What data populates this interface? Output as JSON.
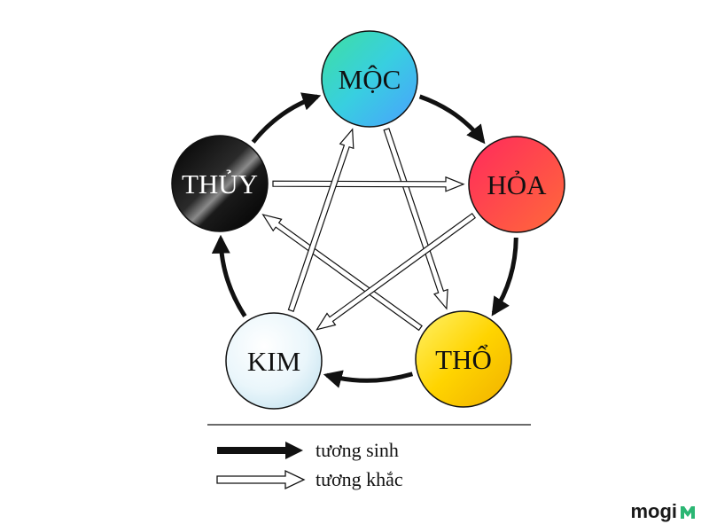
{
  "nodes": [
    {
      "id": "moc",
      "label": "MỘC",
      "text_color": "#111111"
    },
    {
      "id": "hoa",
      "label": "HỎA",
      "text_color": "#111111"
    },
    {
      "id": "tho",
      "label": "THỔ",
      "text_color": "#111111"
    },
    {
      "id": "kim",
      "label": "KIM",
      "text_color": "#111111"
    },
    {
      "id": "thuy",
      "label": "THỦY",
      "text_color": "#ffffff"
    }
  ],
  "relations": {
    "generating": [
      [
        "moc",
        "hoa"
      ],
      [
        "hoa",
        "tho"
      ],
      [
        "tho",
        "kim"
      ],
      [
        "kim",
        "thuy"
      ],
      [
        "thuy",
        "moc"
      ]
    ],
    "overcoming": [
      [
        "moc",
        "tho"
      ],
      [
        "tho",
        "thuy"
      ],
      [
        "thuy",
        "hoa"
      ],
      [
        "hoa",
        "kim"
      ],
      [
        "kim",
        "moc"
      ]
    ]
  },
  "legend": {
    "generating_label": "tương sinh",
    "overcoming_label": "tương khắc"
  },
  "brand": {
    "text": "mogi",
    "accent_color": "#2bb673"
  }
}
